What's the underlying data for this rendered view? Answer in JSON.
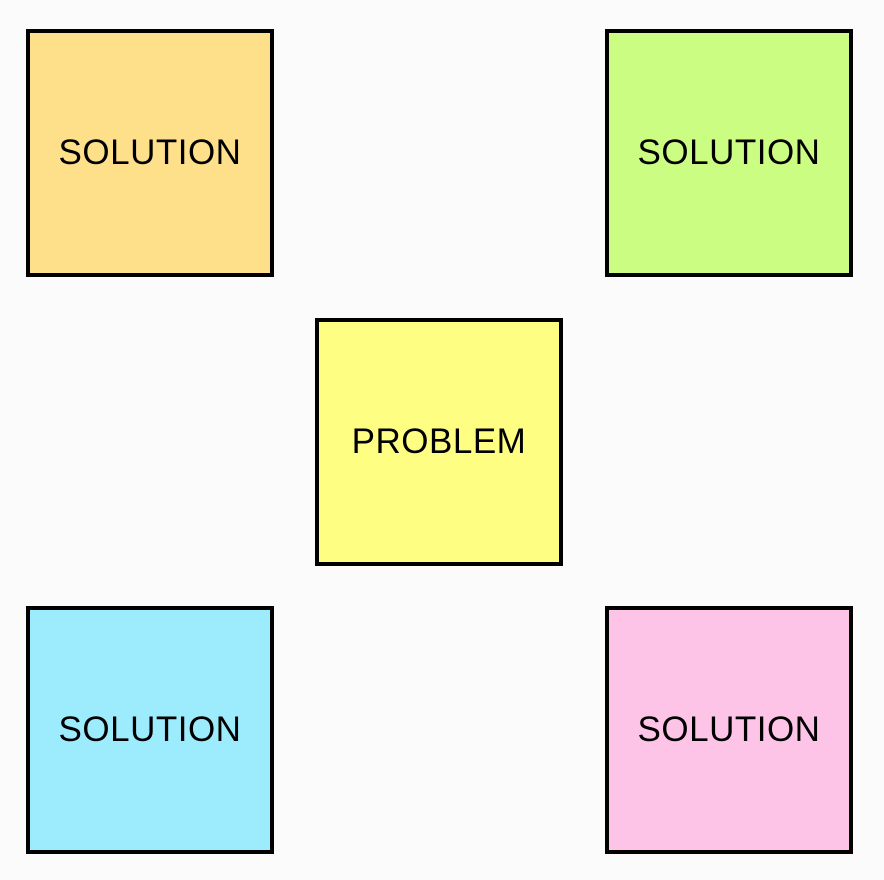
{
  "notes": {
    "top_left": {
      "label": "SOLUTION",
      "color": "#ffe08a"
    },
    "top_right": {
      "label": "SOLUTION",
      "color": "#ccfd83"
    },
    "center": {
      "label": "PROBLEM",
      "color": "#feff82"
    },
    "bottom_left": {
      "label": "SOLUTION",
      "color": "#9cecfd"
    },
    "bottom_right": {
      "label": "SOLUTION",
      "color": "#fec4e8"
    }
  },
  "colors": {
    "background": "#fbfbfb",
    "border": "#000000",
    "text": "#000000"
  }
}
